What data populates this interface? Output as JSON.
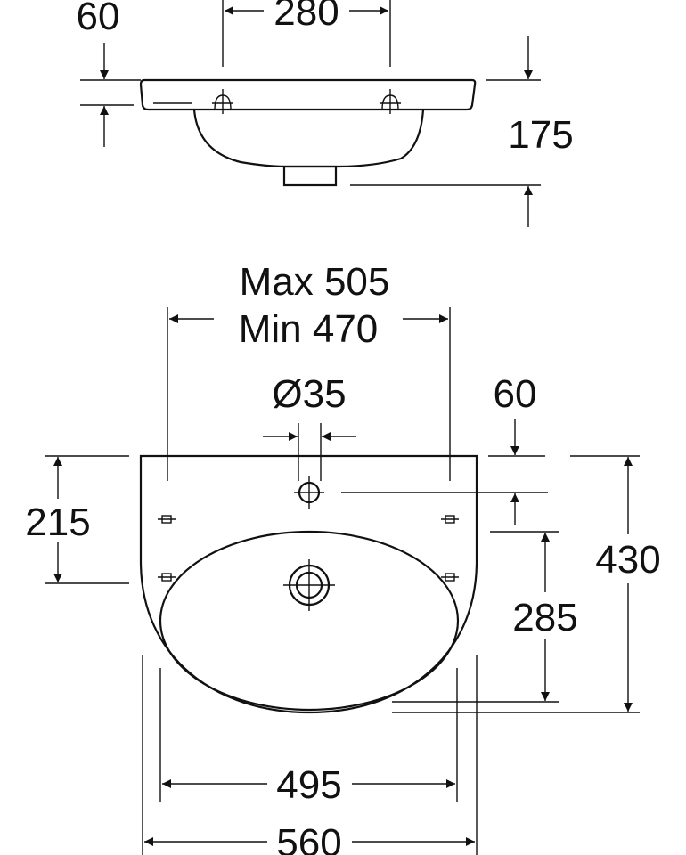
{
  "top_view": {
    "rim_thickness": "60",
    "hole_spacing": "280",
    "total_height": "175"
  },
  "plan_view": {
    "bracket_max": "Max 505",
    "bracket_min": "Min 470",
    "tap_hole_diameter": "Ø35",
    "tap_hole_offset": "60",
    "bracket_height": "215",
    "depth": "430",
    "bowl_depth": "285",
    "bowl_width": "495",
    "overall_width": "560"
  },
  "colors": {
    "line": "#111111",
    "background": "#ffffff"
  }
}
